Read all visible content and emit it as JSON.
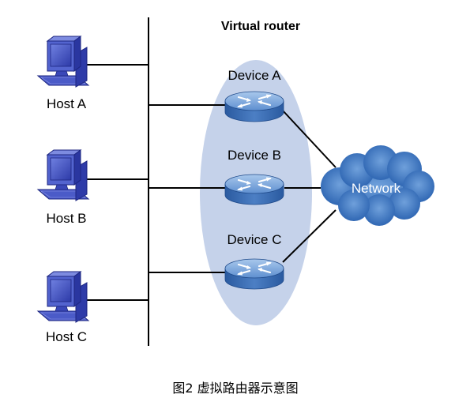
{
  "title": "Virtual router",
  "caption": "图2  虚拟路由器示意图",
  "hosts": [
    {
      "label": "Host A"
    },
    {
      "label": "Host B"
    },
    {
      "label": "Host C"
    }
  ],
  "devices": [
    {
      "label": "Device A"
    },
    {
      "label": "Device B"
    },
    {
      "label": "Device C"
    }
  ],
  "network": {
    "label": "Network"
  },
  "colors": {
    "ellipse": "#c5d2ea",
    "cloud": "#2f6cb8",
    "router_top": "#7aa7dc",
    "router_side": "#2f64aa",
    "computer": "#3a4db8"
  }
}
